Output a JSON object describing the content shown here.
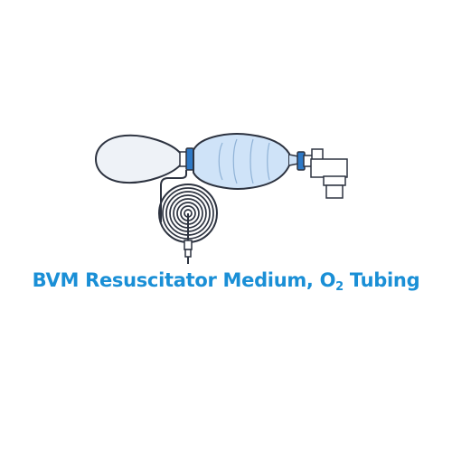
{
  "product": {
    "title_main": "BVM Resuscitator Medium, O",
    "title_subscript": "2",
    "title_tail": " Tubing"
  },
  "colors": {
    "title": "#1a8fd6",
    "outline": "#2d3340",
    "bag_fill": "#cfe3f8",
    "reservoir_fill": "#eef2f7",
    "connector_blue": "#2e79c6",
    "tubing": "#2d3340"
  },
  "icons": {
    "reservoir": "reservoir-bag-icon",
    "compression_bag": "compression-bag-icon",
    "valve": "patient-valve-icon",
    "tubing": "oxygen-tubing-coil-icon"
  }
}
